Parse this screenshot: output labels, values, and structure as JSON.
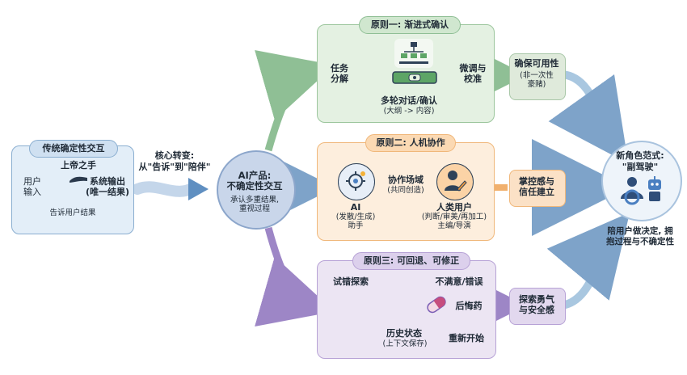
{
  "traditional": {
    "title": "传统确定性交互",
    "hand": "上帝之手",
    "input": "用户\n输入",
    "output": "系统输出\n(唯一结果)",
    "note": "告诉用户结果"
  },
  "core_shift": {
    "label": "核心转变:",
    "sub": "从\"告诉\"到\"陪伴\""
  },
  "ai_product": {
    "title": "AI产品:\n不确定性交互",
    "sub": "承认多重结果,\n重视过程"
  },
  "principle1": {
    "title": "原则一: 渐进式确认",
    "left": "任务\n分解",
    "right": "微调与\n校准",
    "bottom": "多轮对话/确认",
    "bottom_sub": "(大纲 -> 内容)"
  },
  "principle2": {
    "title": "原则二: 人机协作",
    "field": "协作场域",
    "field_sub": "(共同创造)",
    "ai": "AI",
    "ai_sub": "(发散/生成)\n助手",
    "human": "人类用户",
    "human_sub": "(判断/审美/再加工)\n主编/导演"
  },
  "principle3": {
    "title": "原则三: 可回退、可修正",
    "trial": "试错探索",
    "unsatisfied": "不满意/错误",
    "regret": "后悔药",
    "history": "历史状态",
    "history_sub": "(上下文保存)",
    "restart": "重新开始"
  },
  "outcomes": {
    "o1": "确保可用性",
    "o1_sub": "(非一次性\n豪赌)",
    "o2": "掌控感与\n信任建立",
    "o3": "探索勇气\n与安全感"
  },
  "new_role": {
    "title": "新角色范式:",
    "sub": "\"副驾驶\"",
    "caption": "陪用户做决定, 拥\n抱过程与不确定性"
  },
  "colors": {
    "blue_border": "#6f9fc9",
    "green_fill": "#e4f1e2",
    "orange_fill": "#fdeedd",
    "purple_fill": "#ece5f3",
    "dark_navy": "#2b3a4d"
  }
}
